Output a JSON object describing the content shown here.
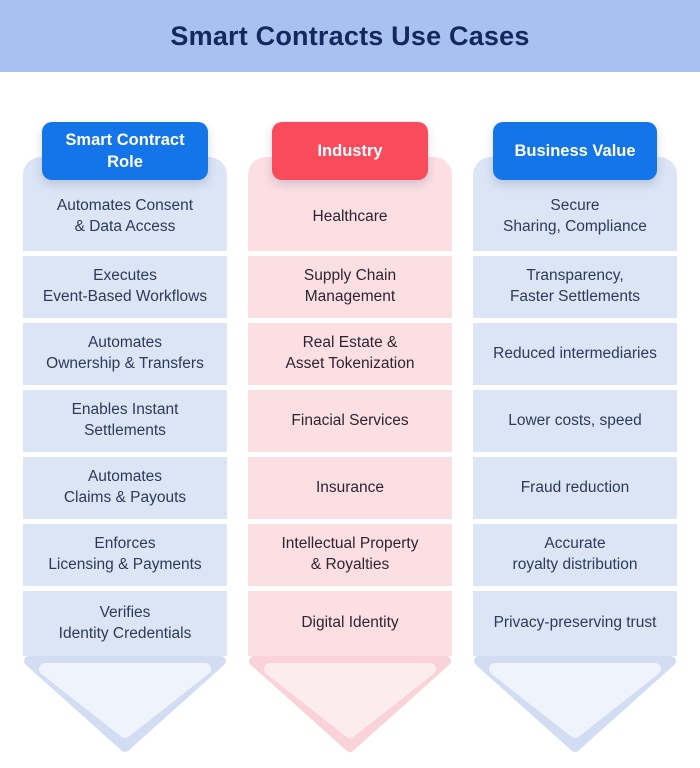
{
  "title": "Smart Contracts Use Cases",
  "colors": {
    "top_band_bg": "#a9c1f1",
    "title_text": "#14275e",
    "blue_badge": "#1375e8",
    "red_badge": "#f94b5c",
    "blue_cell_bg": "#dbe5f6",
    "pink_cell_bg": "#fcdfe3",
    "blue_cell_text": "#2b3b58",
    "pink_cell_text": "#2e2430"
  },
  "columns": [
    {
      "header": "Smart Contract\nRole",
      "theme": "blue",
      "rows": [
        "Automates Consent\n& Data Access",
        "Executes\nEvent-Based Workflows",
        "Automates\nOwnership & Transfers",
        "Enables Instant\nSettlements",
        "Automates\nClaims & Payouts",
        "Enforces\nLicensing & Payments",
        "Verifies\nIdentity Credentials"
      ]
    },
    {
      "header": "Industry",
      "theme": "red",
      "rows": [
        "Healthcare",
        "Supply Chain\nManagement",
        "Real Estate &\nAsset Tokenization",
        "Finacial Services",
        "Insurance",
        "Intellectual Property\n& Royalties",
        "Digital Identity"
      ]
    },
    {
      "header": "Business Value",
      "theme": "blue",
      "rows": [
        "Secure\nSharing, Compliance",
        "Transparency,\nFaster Settlements",
        "Reduced intermediaries",
        "Lower costs, speed",
        "Fraud reduction",
        "Accurate\nroyalty distribution",
        "Privacy-preserving trust"
      ]
    }
  ]
}
